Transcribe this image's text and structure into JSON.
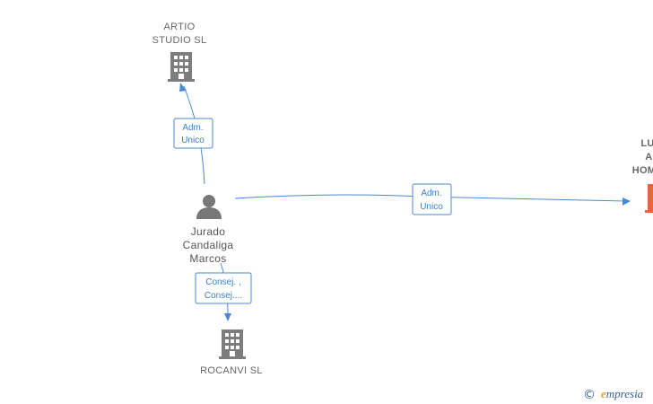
{
  "nodes": {
    "artio": {
      "line1": "ARTIO",
      "line2": "STUDIO  SL"
    },
    "rocanvi": {
      "line1": "ROCANVI  SL"
    },
    "person": {
      "line1": "Jurado",
      "line2": "Candaliga",
      "line3": "Marcos"
    },
    "offscreen": {
      "line1": "LU",
      "line2": "AI",
      "line3": "HOM"
    }
  },
  "edges": {
    "to_artio": {
      "line1": "Adm.",
      "line2": "Unico"
    },
    "to_right": {
      "line1": "Adm.",
      "line2": "Unico"
    },
    "to_rocanvi": {
      "line1": "Consej. ,",
      "line2": "Consej...."
    }
  },
  "footer": {
    "copyright_symbol": "©",
    "brand_initial": "e",
    "brand_rest": "mpresia"
  },
  "colors": {
    "edge": "#4a8ad4",
    "node_gray": "#7d7d7d",
    "accent": "#e8643c"
  }
}
